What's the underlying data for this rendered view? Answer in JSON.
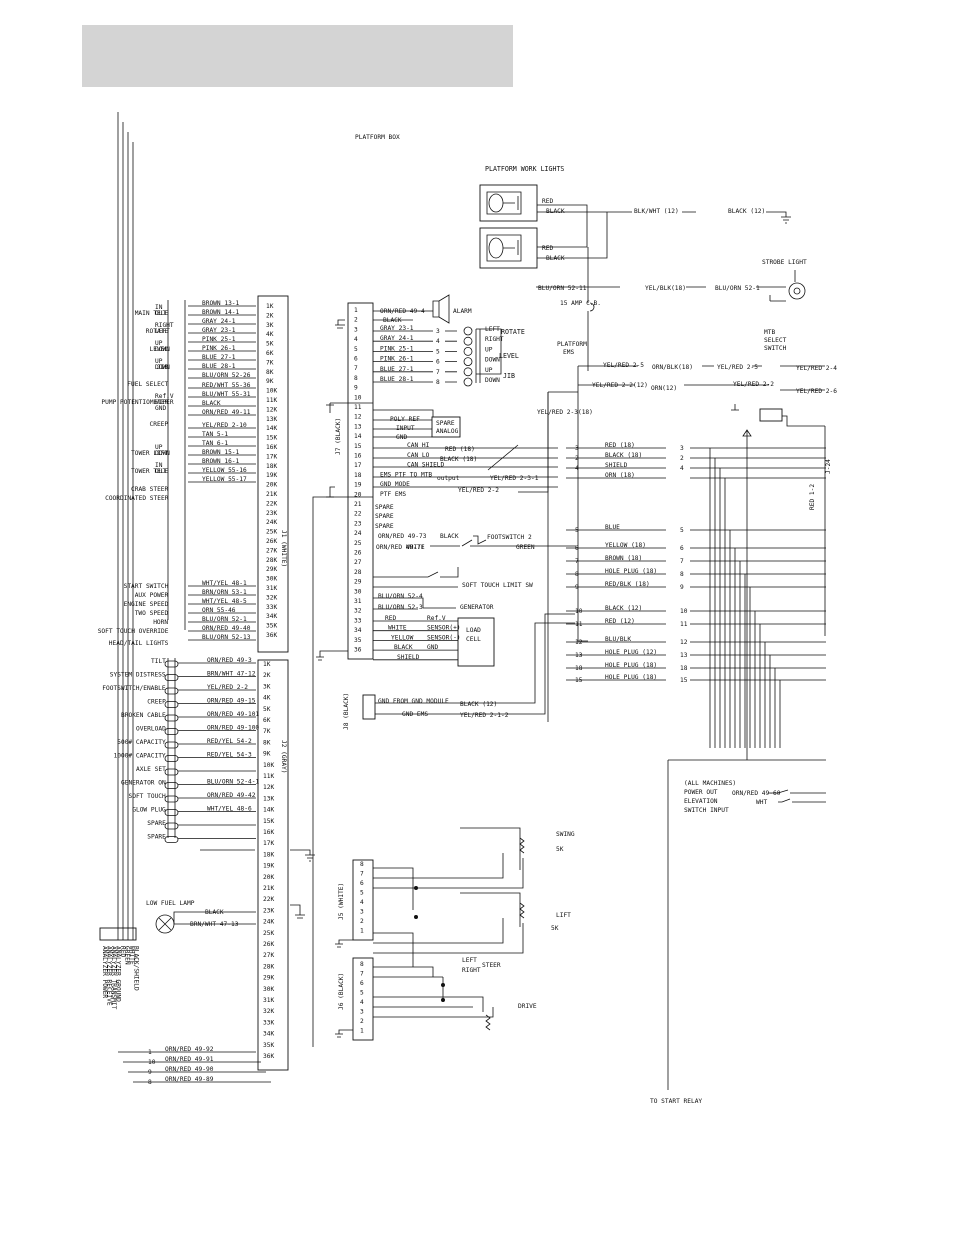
{
  "header": {
    "shade": "#d4d4d4"
  },
  "titles": {
    "platform_box": "PLATFORM BOX",
    "platform_work_lights": "PLATFORM WORK LIGHTS",
    "strobe_light": "STROBE LIGHT",
    "mtb_select_switch": [
      "MTB",
      "SELECT",
      "SWITCH"
    ],
    "to_start_relay": "TO START RELAY",
    "swing": "SWING",
    "swing_note": "5K",
    "lift": "LIFT",
    "lift_note": "5K",
    "steer": "STEER",
    "steer_left": "LEFT",
    "steer_right": "RIGHT",
    "drive": "DRIVE",
    "alarm": "ALARM",
    "rotate": "ROTATE",
    "level": "LEVEL",
    "jib": "JIB",
    "spare_analog": [
      "SPARE",
      "ANALOG"
    ],
    "footswitch2": "FOOTSWITCH 2",
    "soft_touch": "SOFT TOUCH LIMIT SW",
    "generator": "GENERATOR",
    "load_cell": [
      "LOAD",
      "CELL"
    ],
    "low_fuel_lamp": "LOW FUEL LAMP",
    "platform_ems": [
      "PLATFORM",
      "EMS"
    ],
    "breaker": "15 AMP C.B.",
    "all_machines": [
      "(ALL MACHINES)",
      "POWER OUT",
      "ELEVATION",
      "SWITCH INPUT"
    ]
  },
  "connectors": {
    "J1": "J1 (WHITE)",
    "J2": "J2 (GRAY)",
    "J7": "J7 (BLACK)",
    "J8": "J8 (BLACK)",
    "J5": "J5 (WHITE)",
    "J6": "J6 (BLACK)",
    "J24": "J-24"
  },
  "j1_functions": [
    {
      "label": "MAIN TELE",
      "sub": [
        "IN",
        "OUT"
      ]
    },
    {
      "label": "ROTATE",
      "sub": [
        "RIGHT",
        "LEFT"
      ]
    },
    {
      "label": "LEVEL",
      "sub": [
        "UP",
        "DOWN"
      ]
    },
    {
      "label": "JIB",
      "sub": [
        "UP",
        "DOWN"
      ]
    },
    {
      "label": "FUEL SELECT",
      "sub": []
    },
    {
      "label": "PUMP POTENTIOMETER",
      "sub": [
        "Ref.V",
        "WIPER",
        "GND"
      ]
    },
    {
      "label": "CREEP",
      "sub": []
    },
    {
      "label": "TOWER LIFT",
      "sub": [
        "UP",
        "DOWN"
      ]
    },
    {
      "label": "TOWER TELE",
      "sub": [
        "IN",
        "OUT"
      ]
    },
    {
      "label": "CRAB STEER",
      "sub": []
    },
    {
      "label": "COORDINATED STEER",
      "sub": []
    },
    {
      "label": "START SWITCH",
      "sub": []
    },
    {
      "label": "AUX POWER",
      "sub": []
    },
    {
      "label": "ENGINE SPEED",
      "sub": []
    },
    {
      "label": "TWO SPEED",
      "sub": []
    },
    {
      "label": "HORN",
      "sub": []
    },
    {
      "label": "SOFT TOUCH OVERRIDE",
      "sub": []
    },
    {
      "label": "HEAD/TAIL LIGHTS",
      "sub": []
    }
  ],
  "j1_wires": [
    "BROWN 13-1",
    "BROWN 14-1",
    "GRAY 24-1",
    "GRAY 23-1",
    "PINK 25-1",
    "PINK 26-1",
    "BLUE 27-1",
    "BLUE 28-1",
    "BLU/ORN 52-26",
    "RED/WHT 55-36",
    "BLU/WHT 55-31",
    "BLACK",
    "ORN/RED 49-11",
    "YEL/RED 2-10",
    "TAN 5-1",
    "TAN 6-1",
    "BROWN 15-1",
    "BROWN 16-1",
    "YELLOW 55-16",
    "YELLOW 55-17",
    "WHT/YEL 48-1",
    "BRN/ORN 53-1",
    "WHT/YEL 48-5",
    "ORN 55-46",
    "BLU/ORN 52-1",
    "ORN/RED 49-40",
    "BLU/ORN 52-13"
  ],
  "j2_functions": [
    "TILT",
    "SYSTEM DISTRESS",
    "FOOTSWITCH/ENABLE",
    "CREEP",
    "BROKEN CABLE",
    "OVERLOAD",
    "500# CAPACITY",
    "1000# CAPACITY",
    "AXLE SET",
    "GENERATOR ON",
    "SOFT TOUCH",
    "GLOW PLUG",
    "SPARE",
    "SPARE"
  ],
  "j2_wires": [
    "ORN/RED 49-3",
    "BRN/WHT 47-12",
    "YEL/RED 2-2",
    "ORN/RED 49-15",
    "ORN/RED 49-101",
    "ORN/RED 49-100",
    "RED/YEL 54-2",
    "RED/YEL 54-3",
    "",
    "BLU/ORN 52-4-1",
    "ORN/RED 49-42",
    "WHT/YEL 48-6",
    "",
    ""
  ],
  "j7_wires": [
    "ORN/RED 49-4",
    "BLACK",
    "GRAY 23-1",
    "GRAY 24-1",
    "PINK 25-1",
    "PINK 26-1",
    "BLUE 27-1",
    "BLUE 28-1"
  ],
  "j7_can": [
    "CAN HI",
    "CAN LO",
    "CAN SHIELD",
    "EMS PTF TO MTB",
    "GND MODE",
    "PTF EMS"
  ],
  "j7_spares": [
    "SPARE",
    "SPARE",
    "SPARE"
  ],
  "j7_foot": [
    "ORN/RED 49-73",
    "ORN/RED 49-71",
    "BLACK",
    "WHITE",
    "GREEN"
  ],
  "j7_gen": [
    "BLU/ORN 52-4",
    "BLU/ORN 52-3"
  ],
  "j7_loadcell": [
    "RED",
    "WHITE",
    "YELLOW",
    "BLACK",
    "SHIELD"
  ],
  "loadcell_pins": [
    "Ref.V",
    "SENSOR(+)",
    "SENSOR(-)",
    "GND"
  ],
  "spare_analog_pins": [
    "POLY REF",
    "INPUT",
    "GND"
  ],
  "j8_wires": [
    "GND FROM GND MODULE",
    "GND EMS"
  ],
  "j8_out": [
    "BLACK (12)",
    "YEL/RED 2-1-2"
  ],
  "lights_wires": [
    "RED",
    "BLACK",
    "RED",
    "BLACK",
    "BLK/WHT (12)",
    "BLACK (12)"
  ],
  "strobe_wires": [
    "BLU/ORN 52-11",
    "YEL/BLK(18)",
    "BLU/ORN 52-1"
  ],
  "ems_wires": [
    "YEL/RED 2-5",
    "ORN/BLK(18)",
    "YEL/RED 2-5",
    "YEL/RED 2-2(12)",
    "ORN(12)",
    "YEL/RED 2-2",
    "YEL/RED 2-3(18)",
    "YEL/RED 2-4",
    "YEL/RED 2-6",
    "RED 1-2"
  ],
  "j24_wires": [
    "RED (18)",
    "BLACK (18)",
    "SHIELD",
    "ORN (18)",
    "BLUE",
    "YELLOW (18)",
    "BROWN (18)",
    "HOLE PLUG (18)",
    "RED/BLK (18)",
    "BLACK (12)",
    "RED (12)",
    "BLU/BLK",
    "HOLE PLUG (12)",
    "HOLE PLUG (18)",
    "HOLE PLUG (18)"
  ],
  "j24_pins_left": [
    "3",
    "2",
    "4",
    "",
    "5",
    "6",
    "7",
    "8",
    "9",
    "10",
    "11",
    "12",
    "13",
    "18",
    "15"
  ],
  "j24_can_mid": [
    "RED (18)",
    "BLACK (18)",
    "",
    ""
  ],
  "ground_wire": "YEL/RED 2-3-1",
  "output_label": "output",
  "power_out_wires": [
    "ORN/RED 49-60",
    "WHT"
  ],
  "low_fuel_wires": [
    "BLACK",
    "BRN/WHT 47-13"
  ],
  "analyzer": [
    "ANALYZER POWER",
    "ANALYZER RECEIVE",
    "ANALYZER TRANSMIT",
    "ANALYZER GROUND",
    "RED",
    "GREEN",
    "WHITE",
    "BLACK/SHIELD"
  ],
  "analyzer_wires": [
    "ORN/RED 49-92",
    "ORN/RED 49-91",
    "ORN/RED 49-90",
    "ORN/RED 49-89"
  ],
  "analyzer_pins": [
    "1",
    "10",
    "9",
    "8"
  ]
}
